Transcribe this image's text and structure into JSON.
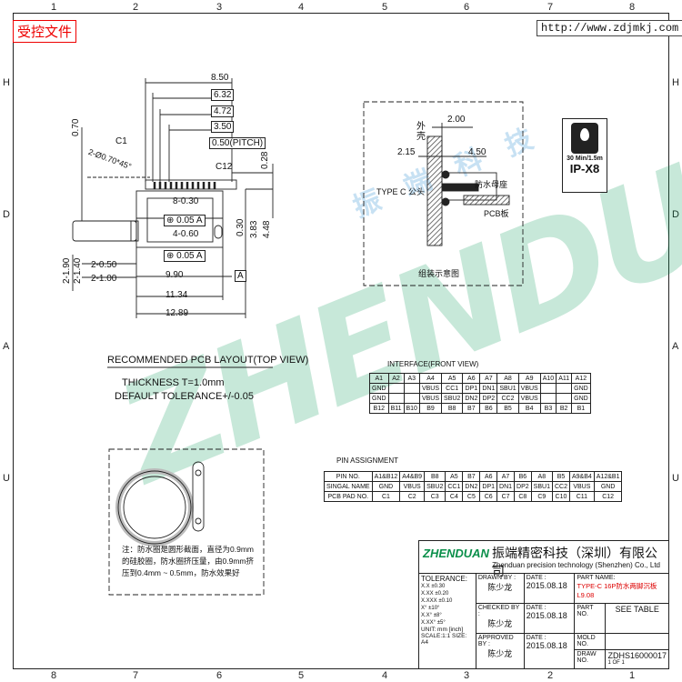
{
  "stamp": "受控文件",
  "url": "http://www.zdjmkj.com",
  "zones_top": [
    "1",
    "2",
    "3",
    "4",
    "5",
    "6",
    "7",
    "8"
  ],
  "zones_bottom": [
    "8",
    "7",
    "6",
    "5",
    "4",
    "3",
    "2",
    "1"
  ],
  "zones_side": [
    "H",
    "D",
    "A",
    "U"
  ],
  "dims": {
    "d850": "8.50",
    "d632": "6.32",
    "d472": "4.72",
    "d350": "3.50",
    "pitch": "0.50(PITCH)",
    "c1": "C1",
    "c12": "C12",
    "d070": "0.70",
    "phi": "2-Ø0.70*45°",
    "d028": "0.28",
    "d830": "8-0.30",
    "d460": "4-0.60",
    "d005a": "⊕ 0.05 A",
    "d005b": "⊕ 0.05 A",
    "d030": "0.30",
    "d383": "3.83",
    "d448": "4.48",
    "d190": "2-1.90",
    "d140": "2-1.40",
    "d250": "2-0.50",
    "d200": "2-1.00",
    "d990": "9.90",
    "datumA": "A",
    "d1134": "11.34",
    "d1289": "12.89"
  },
  "assembly": {
    "shell": "外壳",
    "d200": "2.00",
    "d215": "2.15",
    "d450": "4.50",
    "typec": "TYPE C 公头",
    "socket": "防水母座",
    "pcb": "PCB板",
    "caption": "组装示意图"
  },
  "ip_badge": {
    "line1": "30 Min/1.5m",
    "line2": "IP-X8"
  },
  "layout": {
    "title": "RECOMMENDED PCB LAYOUT(TOP VIEW)",
    "thickness": "THICKNESS T=1.0mm",
    "tolerance": "DEFAULT TOLERANCE+/-0.05"
  },
  "interface": {
    "title": "INTERFACE(FRONT VIEW)",
    "row1": [
      "A1",
      "A2",
      "A3",
      "A4",
      "A5",
      "A6",
      "A7",
      "A8",
      "A9",
      "A10",
      "A11",
      "A12"
    ],
    "row2": [
      "GND",
      "",
      "",
      "VBUS",
      "CC1",
      "DP1",
      "DN1",
      "SBU1",
      "VBUS",
      "",
      "",
      "GND"
    ],
    "row3": [
      "GND",
      "",
      "",
      "VBUS",
      "SBU2",
      "DN2",
      "DP2",
      "CC2",
      "VBUS",
      "",
      "",
      "GND"
    ],
    "row4": [
      "B12",
      "B11",
      "B10",
      "B9",
      "B8",
      "B7",
      "B6",
      "B5",
      "B4",
      "B3",
      "B2",
      "B1"
    ]
  },
  "pins": {
    "title": "PIN ASSIGNMENT",
    "header": [
      "PIN NO.",
      "A1&B12",
      "A4&B9",
      "B8",
      "A5",
      "B7",
      "A6",
      "A7",
      "B6",
      "A8",
      "B5",
      "A9&B4",
      "A12&B1"
    ],
    "signal": [
      "SINGAL NAME",
      "GND",
      "VBUS",
      "SBU2",
      "CC1",
      "DN2",
      "DP1",
      "DN1",
      "DP2",
      "SBU1",
      "CC2",
      "VBUS",
      "GND"
    ],
    "pad": [
      "PCB PAD NO.",
      "C1",
      "C2",
      "C3",
      "C4",
      "C5",
      "C6",
      "C7",
      "C8",
      "C9",
      "C10",
      "C11",
      "C12"
    ]
  },
  "note": "注：防水圈是圆形截面，直径为0.9mm的硅胶圈，防水圈挤压量，由0.9mm挤压到0.4mm ~ 0.5mm，防水效果好",
  "watermark": "ZHENDUAN",
  "watermark_cn": "振端科技",
  "company": {
    "logo": "ZHENDUAN",
    "name_cn": "振端精密科技（深圳）有限公司",
    "name_en": "Zhenduan precision technology (Shenzhen) Co., Ltd"
  },
  "titleblock": {
    "tolerance_label": "TOLERANCE:",
    "tol_rows": [
      "X.X  ±0.30",
      "X.XX  ±0.20",
      "X.XXX  ±0.10",
      "X°  ±10°",
      "X.X°  ±8°",
      "X.XX°  ±5°"
    ],
    "unit": "UNIT: mm [inch]",
    "scale": "SCALE:1:1",
    "size": "SIZE: A4",
    "drawn_by": "DRAWN BY :",
    "drawn_name": "陈少龙",
    "date_label": "DATE :",
    "drawn_date": "2015.08.18",
    "checked_by": "CHECKED BY :",
    "checked_name": "陈少龙",
    "checked_date": "2015.08.18",
    "approved_by": "APPROVED BY :",
    "approved_name": "陈少龙",
    "approved_date": "2015.08.18",
    "part_name_label": "PART NAME:",
    "part_name": "TYPE-C 16P防水两脚沉板L9.08",
    "part_no_label": "PART NO.",
    "part_no": "SEE TABLE",
    "mold_label": "MOLD NO.",
    "draw_label": "DRAW NO.",
    "draw_no": "ZDHS16000017",
    "sheet": "1 OF 1"
  }
}
